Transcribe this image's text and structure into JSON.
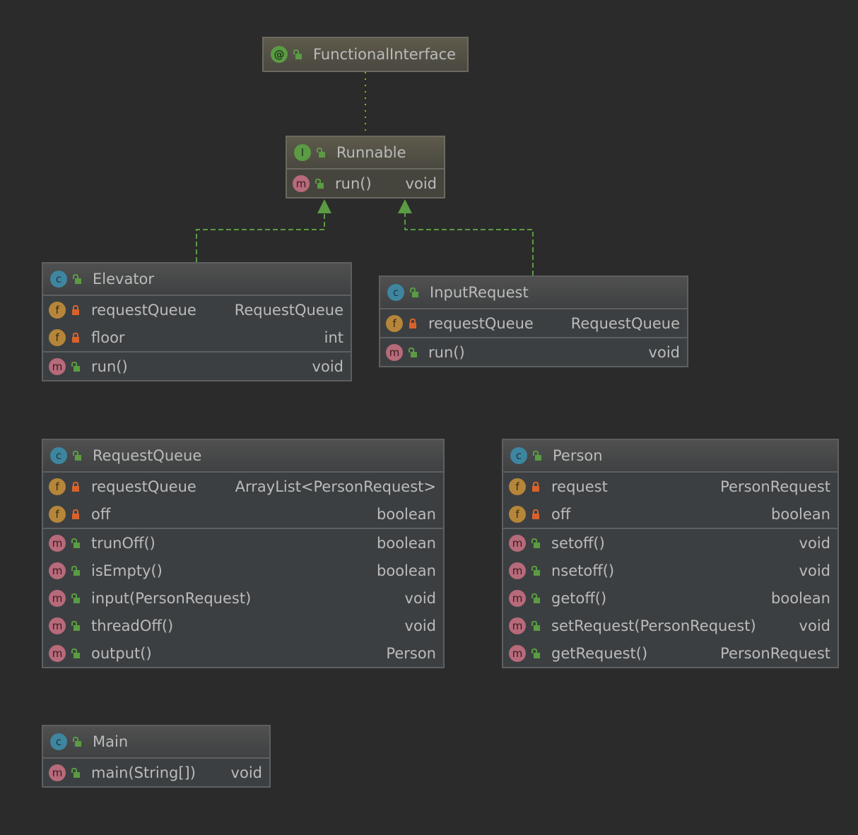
{
  "diagram": {
    "colors": {
      "background": "#2b2b2b",
      "text": "#bbbbbb",
      "realization": "#5a9b43",
      "annotation_link": "#a8a800"
    },
    "nodes": [
      {
        "id": "functionalinterface",
        "kind": "annotation",
        "icon": "@",
        "name": "FunctionalInterface",
        "fields": [],
        "methods": []
      },
      {
        "id": "runnable",
        "kind": "interface",
        "icon": "I",
        "name": "Runnable",
        "fields": [],
        "methods": [
          {
            "name": "run()",
            "type": "void",
            "visibility": "public"
          }
        ]
      },
      {
        "id": "elevator",
        "kind": "class",
        "icon": "c",
        "name": "Elevator",
        "fields": [
          {
            "name": "requestQueue",
            "type": "RequestQueue",
            "visibility": "private"
          },
          {
            "name": "floor",
            "type": "int",
            "visibility": "private"
          }
        ],
        "methods": [
          {
            "name": "run()",
            "type": "void",
            "visibility": "public"
          }
        ]
      },
      {
        "id": "inputrequest",
        "kind": "class",
        "icon": "c",
        "name": "InputRequest",
        "fields": [
          {
            "name": "requestQueue",
            "type": "RequestQueue",
            "visibility": "private"
          }
        ],
        "methods": [
          {
            "name": "run()",
            "type": "void",
            "visibility": "public"
          }
        ]
      },
      {
        "id": "requestqueue",
        "kind": "class",
        "icon": "c",
        "name": "RequestQueue",
        "fields": [
          {
            "name": "requestQueue",
            "type": "ArrayList<PersonRequest>",
            "visibility": "private"
          },
          {
            "name": "off",
            "type": "boolean",
            "visibility": "private"
          }
        ],
        "methods": [
          {
            "name": "trunOff()",
            "type": "boolean",
            "visibility": "public"
          },
          {
            "name": "isEmpty()",
            "type": "boolean",
            "visibility": "public"
          },
          {
            "name": "input(PersonRequest)",
            "type": "void",
            "visibility": "public"
          },
          {
            "name": "threadOff()",
            "type": "void",
            "visibility": "public"
          },
          {
            "name": "output()",
            "type": "Person",
            "visibility": "public"
          }
        ]
      },
      {
        "id": "person",
        "kind": "class",
        "icon": "c",
        "name": "Person",
        "fields": [
          {
            "name": "request",
            "type": "PersonRequest",
            "visibility": "private"
          },
          {
            "name": "off",
            "type": "boolean",
            "visibility": "private"
          }
        ],
        "methods": [
          {
            "name": "setoff()",
            "type": "void",
            "visibility": "public"
          },
          {
            "name": "nsetoff()",
            "type": "void",
            "visibility": "public"
          },
          {
            "name": "getoff()",
            "type": "boolean",
            "visibility": "public"
          },
          {
            "name": "setRequest(PersonRequest)",
            "type": "void",
            "visibility": "public"
          },
          {
            "name": "getRequest()",
            "type": "PersonRequest",
            "visibility": "public"
          }
        ]
      },
      {
        "id": "main",
        "kind": "class",
        "icon": "c",
        "name": "Main",
        "fields": [],
        "methods": [
          {
            "name": "main(String[])",
            "type": "void",
            "visibility": "public"
          }
        ]
      }
    ],
    "edges": [
      {
        "from": "runnable",
        "to": "functionalinterface",
        "type": "annotated-by"
      },
      {
        "from": "elevator",
        "to": "runnable",
        "type": "implements"
      },
      {
        "from": "inputrequest",
        "to": "runnable",
        "type": "implements"
      }
    ]
  }
}
